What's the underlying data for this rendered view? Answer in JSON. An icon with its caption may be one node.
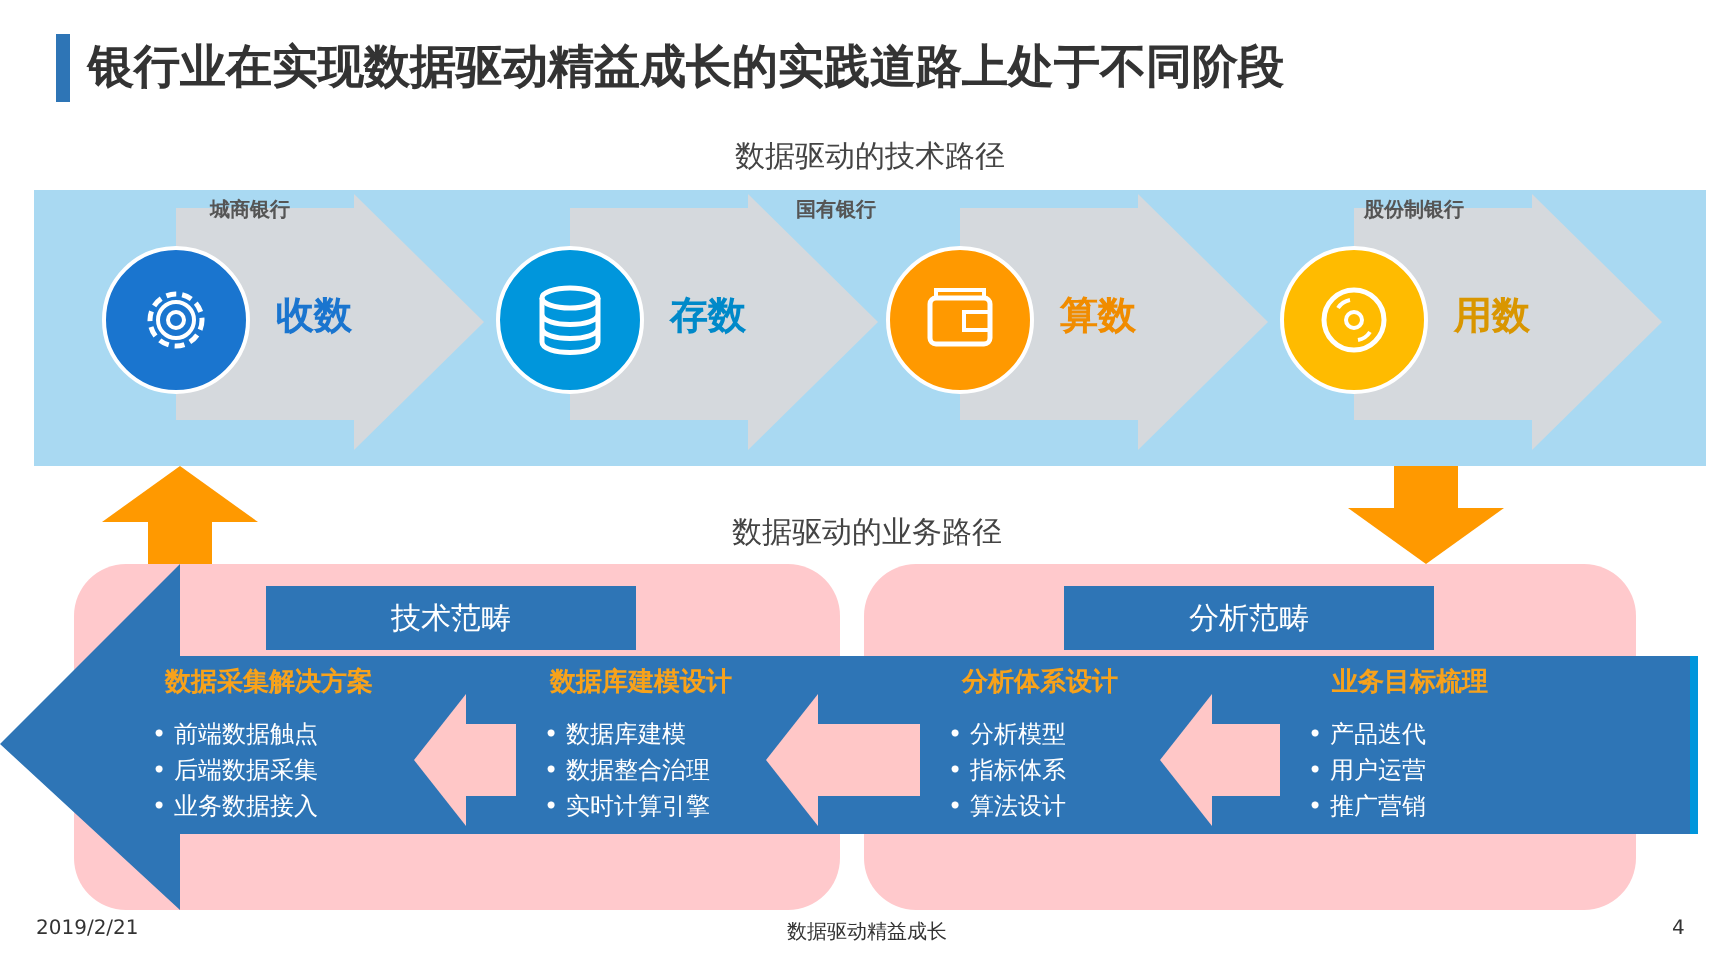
{
  "diagram": {
    "title": "银行业在实现数据驱动精益成长的实践道路上处于不同阶段",
    "nodes": [
      {
        "text": [
          "数据驱动的技术路径"
        ]
      },
      {
        "text": [
          "收数"
        ],
        "in": 0
      },
      {
        "text": [
          "存数"
        ],
        "in": 0
      },
      {
        "text": [
          "算数"
        ],
        "in": 0
      },
      {
        "text": [
          "用数"
        ],
        "in": 0
      },
      {
        "text": [
          "技术范畴"
        ]
      },
      {
        "text": [
          "分析范畴"
        ]
      },
      {
        "text": [
          "数据采集解决方案",
          "• 前端数据触点",
          "• 后端数据采集",
          "• 业务数据接入"
        ],
        "in": 5
      },
      {
        "text": [
          "数据库建模设计",
          "• 数据库建模",
          "• 数据整合治理",
          "• 实时计算引擎"
        ],
        "in": 5
      },
      {
        "text": [
          "分析体系设计",
          "• 分析模型",
          "• 指标体系",
          "• 算法设计"
        ],
        "in": 6
      },
      {
        "text": [
          "业务目标梳理",
          "• 产品迭代",
          "• 用户运营",
          "• 推广营销"
        ],
        "in": 6
      }
    ],
    "edges": [
      {
        "from": 5,
        "to": 0,
        "arrow": "to",
        "color": "#ff9900"
      },
      {
        "from": 0,
        "to": 6,
        "arrow": "to",
        "color": "#ff9900"
      },
      {
        "from": 10,
        "to": 9,
        "arrow": "to",
        "color": "#ffc7c7"
      },
      {
        "from": 9,
        "to": 8,
        "arrow": "to",
        "color": "#ffc7c7"
      },
      {
        "from": 8,
        "to": 7,
        "arrow": "to",
        "color": "#ffc7c7"
      }
    ],
    "labels": [
      "城商银行",
      "国有银行",
      "股份制银行",
      "数据驱动的业务路径",
      "2019/2/21",
      "数据驱动精益成长",
      "4"
    ]
  }
}
